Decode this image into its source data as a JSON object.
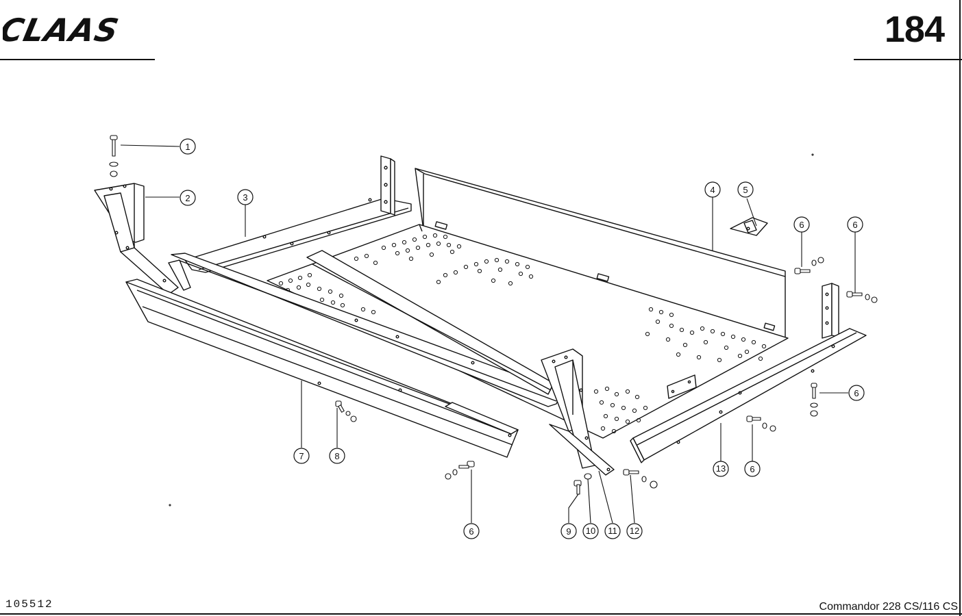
{
  "header": {
    "brand": "CLAAS",
    "page_number": "184"
  },
  "footer": {
    "drawing_number": "105512",
    "model": "Commandor 228 CS/116 CS"
  },
  "callouts": [
    "1",
    "2",
    "3",
    "4",
    "5",
    "6",
    "6",
    "6",
    "6",
    "6",
    "7",
    "8",
    "9",
    "10",
    "11",
    "12",
    "13"
  ]
}
